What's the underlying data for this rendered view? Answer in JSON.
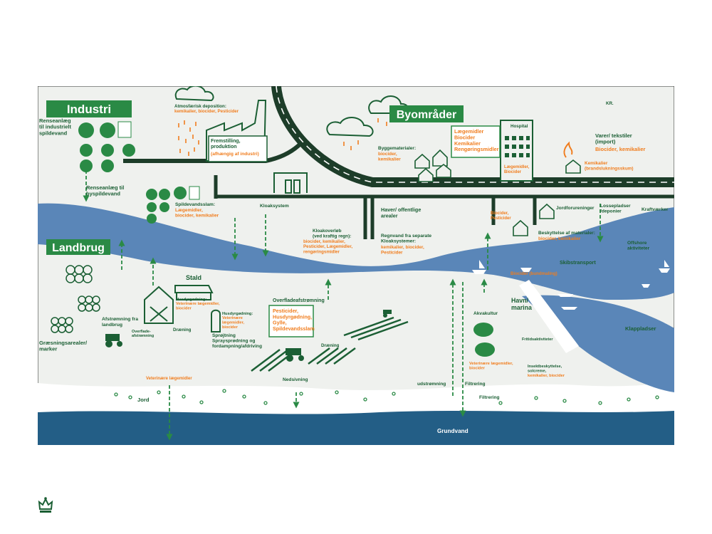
{
  "labels": {
    "industri": "Industri",
    "landbrug": "Landbrug",
    "byomrader": "Byområder",
    "renseanlaeg_industri": [
      "Renseanlæg",
      "til industrielt",
      "spildevand"
    ],
    "atmos_title": "Atmosfærisk deposition:",
    "atmos_sub": "kemikalier, biocider, Pesticider",
    "fremstilling": [
      "Fremstilling,",
      "produktion"
    ],
    "fremstilling_sub": "(afhængig af industri)",
    "renseanlaeg_by": [
      "Renseanlæg til",
      "byspildevand"
    ],
    "spildevandsslam": "Spildevandsslam:",
    "spildevandsslam_sub": [
      "Lægemidler,",
      "biocider, kemikalier"
    ],
    "kloaksystem": "Kloaksystem",
    "byggematerialer": "Byggematerialer:",
    "byggematerialer_sub": [
      "biocider,",
      "kemikalier"
    ],
    "byomr_box": [
      "Lægemidler",
      "Biocider",
      "Kemikalier",
      "Rengøringsmidler"
    ],
    "hospital": "Hospital",
    "hospital_sub": [
      "Lægemidler,",
      "Biocider"
    ],
    "kr": "KR.",
    "varer": [
      "Varer/ tekstiler",
      "(import)"
    ],
    "varer_sub": "Biocider, kemikalier",
    "kemikalier_brand": [
      "Kemikalier",
      "(brandslukningsskum)"
    ],
    "haver": [
      "Haver/ offentlige",
      "arealer"
    ],
    "biocider_pest": [
      "Biocider,",
      "Pesticider"
    ],
    "jordforureninger": "Jordforureninger",
    "lossepladser": [
      "Lossepladser",
      "/deponier"
    ],
    "kraftvaerker": "Kraftværker",
    "kloakoverlob": [
      "Kloakoverløb",
      "(ved kraftig regn):"
    ],
    "kloakoverlob_sub": [
      "biocider, kemikalier,",
      "Pesticider, Lægemidler,",
      "rengøringsmidler"
    ],
    "regnvand": [
      "Regnvand fra separate",
      "Kloaksystemer:"
    ],
    "regnvand_sub": [
      "kemikalier, biocider,",
      "Pesticider"
    ],
    "beskyttelse": "Beskyttelse af materialer:",
    "beskyttelse_sub": "biocider, kemikalier",
    "offshore": [
      "Offshore",
      "aktiviteter"
    ],
    "skibstransport": "Skibstransport",
    "biocider_bund": "Biocider (bundmaling)",
    "havn": [
      "Havn/",
      "marina"
    ],
    "klappladser": "Klappladser",
    "akvakultur": "Akvakultur",
    "akva_sub": [
      "Veterinære lægemidler,",
      "biocider"
    ],
    "fritid": "Fritidsaktiviteter",
    "fritid_sub": [
      "Insektbeskyttelse,",
      "solcreme,"
    ],
    "fritid_sub2": "kemikalier, biocider",
    "stald": "Stald",
    "husdyr1": "Husdyrgødning:",
    "husdyr1_sub": [
      "Veterinære lægemidler,",
      "biocider"
    ],
    "husdyr2": "Husdyrgødning:",
    "husdyr2_sub": [
      "Veterinære",
      "lægemidler,",
      "biocider"
    ],
    "afstromning_landbrug": [
      "Afstrømning fra",
      "landbrug"
    ],
    "overflade_afstromning_small": [
      "Overflade-",
      "afstrømning"
    ],
    "draening": "Dræning",
    "graesning": [
      "Græsningsarealer/",
      "marker"
    ],
    "veterinaere": "Veterinære lægemidler",
    "sprojtning": [
      "Sprøjtning",
      "Spraysprødning og",
      "fordampning/afdriving"
    ],
    "overfladeafstromning": "Overfladeafstrømning",
    "landbrug_box": [
      "Pesticider,",
      "Husdyrgødning,",
      "Gylle,",
      "Spildevandsslam"
    ],
    "draening2": "Dræning",
    "nedsivning": "Nedsivning",
    "udstromning": "udstrømning",
    "filtrering": "Filtrering",
    "filtrering2": "Filtrering",
    "jord": "Jord",
    "grundvand": "Grundvand"
  },
  "colors": {
    "background": "#eff1ee",
    "dark_green": "#1b5f34",
    "green": "#2a8a45",
    "orange": "#f07d1e",
    "water": "#5a86b8",
    "groundwater": "#235e86",
    "road": "#1d3d29",
    "soil": "#ffffff"
  }
}
